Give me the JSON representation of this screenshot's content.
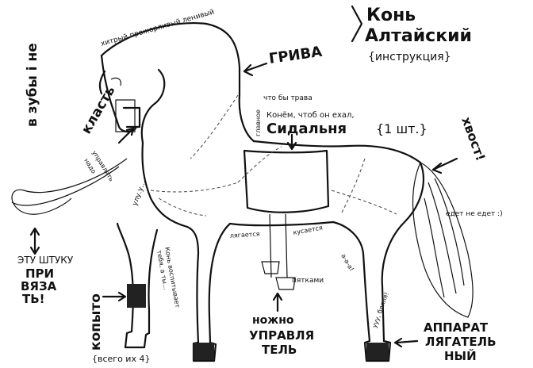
{
  "title": {
    "line1": "Конь",
    "line2": "Алтайский",
    "subtitle": "{инструкция}"
  },
  "labels": {
    "khitry": "хитрый прожорливый ленивый",
    "griva": "ГРИВА",
    "glavnoe": "главное",
    "chtoby": "что бы трава",
    "konem": "Конём, чтоб он ехал,",
    "sidalnya": "Сидальня",
    "sht": "{1 шт.}",
    "khvost": "хвост!",
    "edet": "едет не едет :)",
    "zuby": "в зубы i не",
    "klast": "класть",
    "upravlyat": "управлять",
    "nado": "надо",
    "ulyu": "улу.у...",
    "etu_shtuku": "ЭТУ ШТУКУ",
    "pri": "ПРИ",
    "vya": "ВЯЗА",
    "ty": "ТЬ!",
    "kopyto": "копыто",
    "vsego": "{всего их 4}",
    "kon_vospit": "Конь воспитывает",
    "tebya": "тебя, а ты...",
    "lyagatsya": "лягается",
    "kusaetsya": "кусается",
    "aaaa": "а-а-а!",
    "pyatkami": "пятками",
    "nozhno": "ножно",
    "upravlya": "УПРАВЛЯ",
    "tel": "ТЕЛЬ",
    "ulyuu": "ууу, бляля!",
    "apparat": "АППАРАТ",
    "lyagatel": "ЛЯГАТЕЛЬ",
    "ny": "НЫЙ"
  }
}
